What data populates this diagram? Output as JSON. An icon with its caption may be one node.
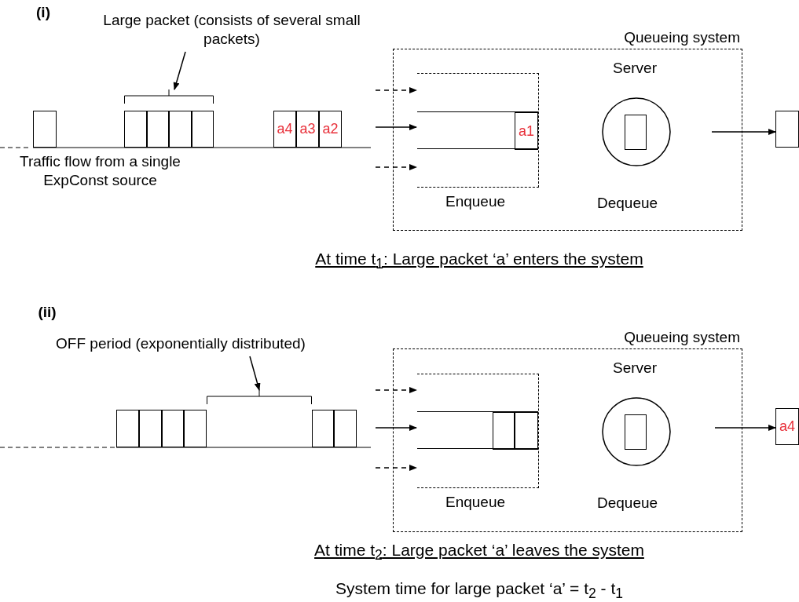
{
  "diagram": {
    "nodes": [
      {
        "text": [],
        "shape": "box"
      },
      {
        "text": [],
        "shape": "box"
      },
      {
        "text": [],
        "shape": "box"
      },
      {
        "text": [],
        "shape": "box"
      },
      {
        "text": [],
        "shape": "box"
      },
      {
        "text": [
          "a4"
        ]
      },
      {
        "text": [
          "a3"
        ]
      },
      {
        "text": [
          "a2"
        ]
      },
      {
        "text": [
          "Large packet (consists of several small packets)"
        ]
      },
      {
        "text": [
          "Queueing system"
        ]
      },
      {
        "text": [
          "Enqueue"
        ],
        "in": 9
      },
      {
        "text": [],
        "shape": "box",
        "in": 10
      },
      {
        "text": [
          "a1"
        ],
        "in": 11
      },
      {
        "text": [
          "Server",
          "Dequeue"
        ],
        "in": 9
      },
      {
        "text": [],
        "shape": "box",
        "in": 13
      },
      {
        "text": [],
        "shape": "box"
      },
      {
        "text": [],
        "shape": "box"
      },
      {
        "text": [],
        "shape": "box"
      },
      {
        "text": [],
        "shape": "box"
      },
      {
        "text": [],
        "shape": "box"
      },
      {
        "text": [],
        "shape": "box"
      },
      {
        "text": [],
        "shape": "box"
      },
      {
        "text": [
          "OFF period (exponentially distributed)"
        ]
      },
      {
        "text": [
          "Queueing system"
        ]
      },
      {
        "text": [
          "Enqueue"
        ],
        "in": 23
      },
      {
        "text": [],
        "shape": "box",
        "in": 24
      },
      {
        "text": [],
        "shape": "box",
        "in": 25
      },
      {
        "text": [],
        "shape": "box",
        "in": 25
      },
      {
        "text": [
          "Server",
          "Dequeue"
        ],
        "in": 23
      },
      {
        "text": [],
        "shape": "box",
        "in": 28
      },
      {
        "text": [
          "a4"
        ]
      },
      {
        "text": [],
        "shape": "bracket"
      },
      {
        "text": [],
        "shape": "bracket"
      }
    ],
    "edges": [
      {
        "from": 8,
        "to": 31,
        "arrow": "to"
      },
      {
        "from": null,
        "to": 10,
        "arrow": "to",
        "style": "dashed"
      },
      {
        "from": null,
        "to": 11,
        "arrow": "to"
      },
      {
        "from": null,
        "to": 10,
        "arrow": "to",
        "style": "dashed"
      },
      {
        "from": null,
        "to": 15,
        "arrow": "to"
      },
      {
        "from": 22,
        "to": 32,
        "arrow": "to"
      },
      {
        "from": null,
        "to": 24,
        "arrow": "to",
        "style": "dashed"
      },
      {
        "from": null,
        "to": 25,
        "arrow": "to"
      },
      {
        "from": null,
        "to": 24,
        "arrow": "to",
        "style": "dashed"
      },
      {
        "from": null,
        "to": 30,
        "arrow": "to"
      }
    ],
    "labels": [
      "(i)",
      "Traffic flow from a single ExpConst source",
      "At time t$_{1}$: Large packet ‘a’ enters the system",
      "(ii)",
      "At time t$_{2}$: Large packet ‘a’ leaves the system",
      "System time for large packet ‘a’ = t$_{2}$ - t$_{1}$"
    ]
  }
}
